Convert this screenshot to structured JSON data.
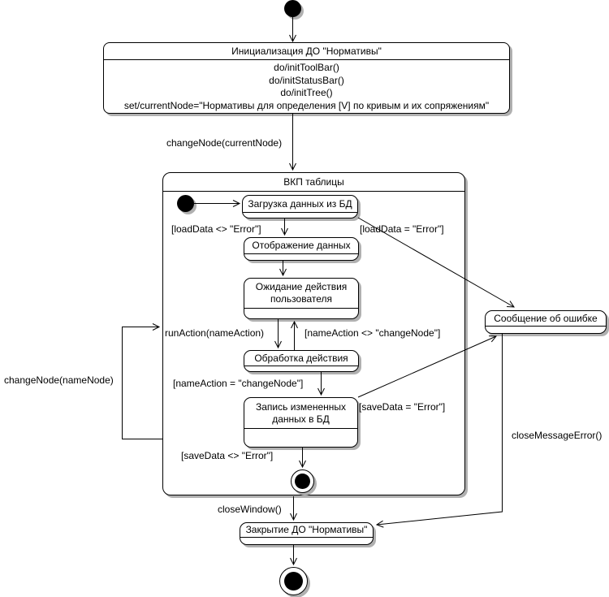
{
  "init_state": {
    "name": "Инициализация ДО \"Нормативы\"",
    "actions": [
      "do/initToolBar()",
      "do/initStatusBar()",
      "do/initTree()",
      "set/currentNode=\"Нормативы для определения [V] по кривым и их сопряжениям\""
    ]
  },
  "composite": {
    "name": "ВКП таблицы"
  },
  "states": {
    "load": "Загрузка данных из БД",
    "display": "Отображение данных",
    "wait": "Ожидание действия пользователя",
    "process": "Обработка действия",
    "save": "Запись измененных данных в БД",
    "error": "Сообщение об ошибке",
    "close": "Закрытие ДО \"Нормативы\""
  },
  "transitions": {
    "change_node_current": "changeNode(currentNode)",
    "load_ok": "[loadData <> \"Error\"]",
    "load_err": "[loadData = \"Error\"]",
    "run_action": "runAction(nameAction)",
    "name_action_ne": "[nameAction <> \"changeNode\"]",
    "name_action_eq": "[nameAction = \"changeNode\"]",
    "save_err": "[saveData = \"Error\"]",
    "save_ok": "[saveData <> \"Error\"]",
    "change_node_name": "changeNode(nameNode)",
    "close_window": "closeWindow()",
    "close_message_error": "closeMessageError()"
  }
}
